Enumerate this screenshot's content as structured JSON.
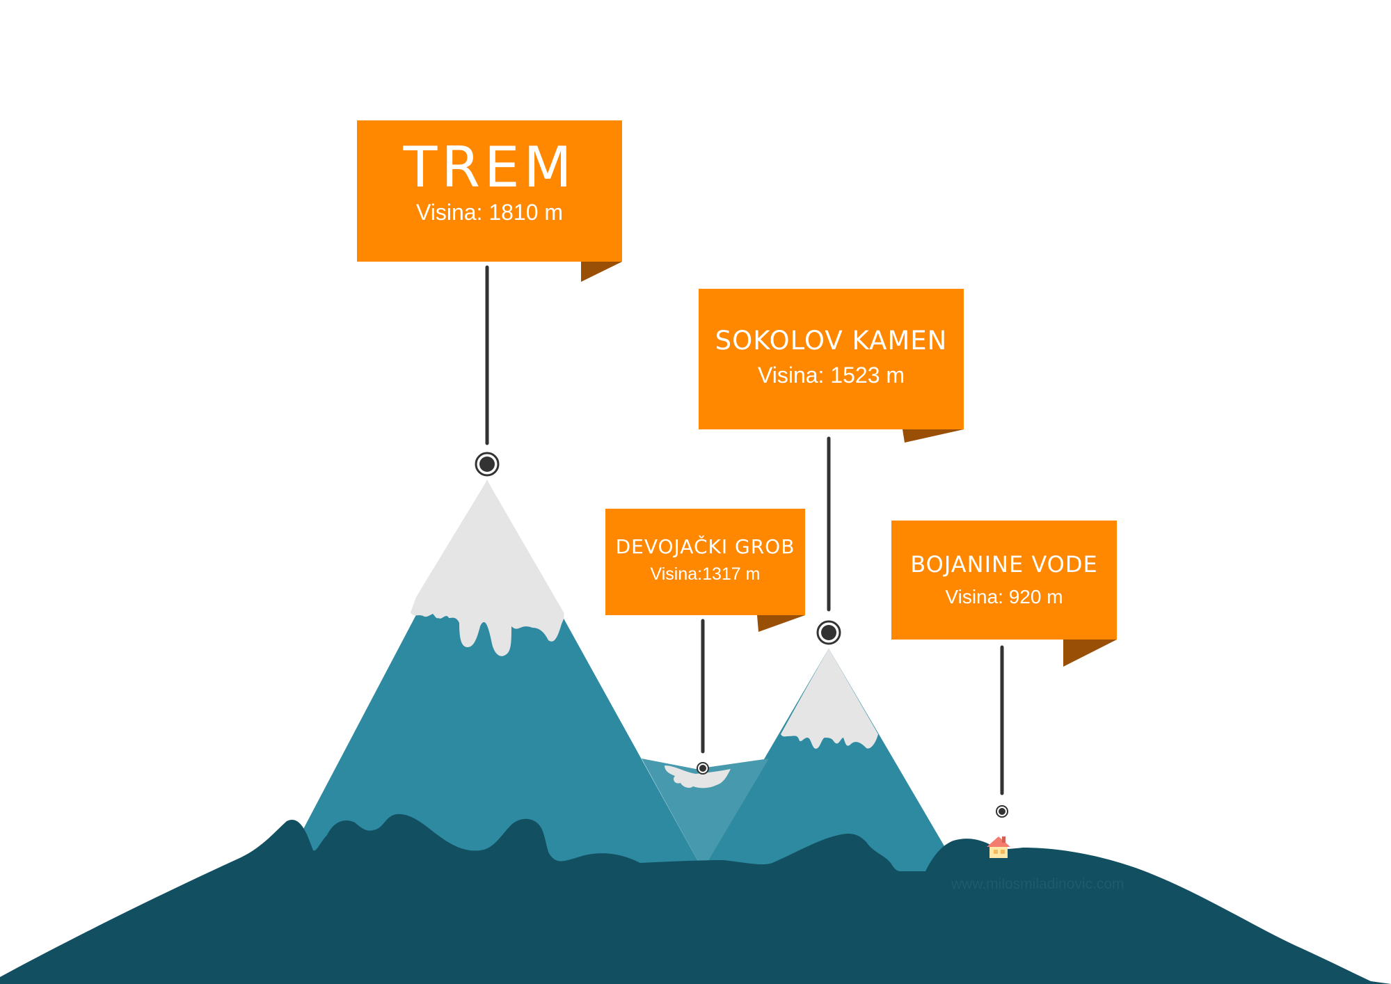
{
  "colors": {
    "label_bg": "#ff8800",
    "label_fold": "#9a4f06",
    "label_text": "#ffffff",
    "mountain": "#2e8aa1",
    "snow": "#e5e5e5",
    "ground": "#124f61",
    "pin": "#333333"
  },
  "peaks": [
    {
      "id": "trem",
      "name": "TREM",
      "altitude": "Visina: 1810 m"
    },
    {
      "id": "sokolov",
      "name": "SOKOLOV KAMEN",
      "altitude": "Visina: 1523 m"
    },
    {
      "id": "devojacki",
      "name": "DEVOJAČKI GROB",
      "altitude": "Visina:1317 m"
    },
    {
      "id": "bojanine",
      "name": "BOJANINE VODE",
      "altitude": "Visina: 920 m"
    }
  ],
  "watermark": "www.milosmiladinovic.com"
}
